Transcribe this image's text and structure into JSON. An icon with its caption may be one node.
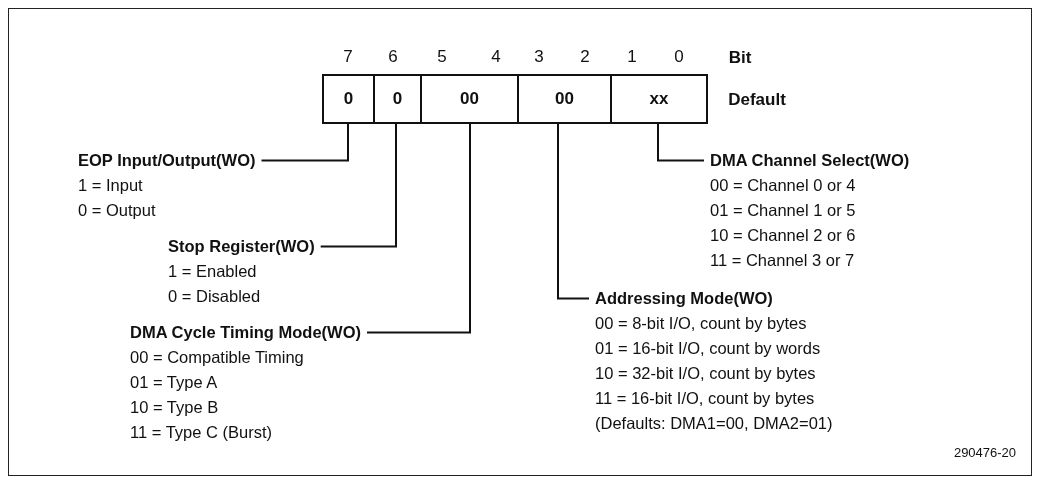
{
  "diagram": {
    "nodes": [
      {
        "text": [
          "0"
        ]
      },
      {
        "text": [
          "0"
        ]
      },
      {
        "text": [
          "00"
        ]
      },
      {
        "text": [
          "00"
        ]
      },
      {
        "text": [
          "xx"
        ]
      },
      {
        "text": [
          "EOP Input/Output(WO)",
          "1 = Input",
          "0 = Output"
        ]
      },
      {
        "text": [
          "Stop Register(WO)",
          "1 = Enabled",
          "0 = Disabled"
        ]
      },
      {
        "text": [
          "DMA Cycle Timing Mode(WO)",
          "00 = Compatible Timing",
          "01 = Type A",
          "10 = Type B",
          "11 = Type C (Burst)"
        ]
      },
      {
        "text": [
          "DMA Channel Select(WO)",
          "00 = Channel 0 or 4",
          "01 = Channel 1 or 5",
          "10 = Channel 2 or 6",
          "11 = Channel 3 or 7"
        ]
      },
      {
        "text": [
          "Addressing Mode(WO)",
          "00 = 8-bit I/O, count by bytes",
          "01 = 16-bit I/O, count by words",
          "10 = 32-bit I/O, count by bytes",
          "11 = 16-bit I/O, count by bytes",
          "(Defaults: DMA1=00, DMA2=01)"
        ]
      }
    ],
    "edges": [
      {
        "from": 5,
        "to": 0,
        "arrow": "none"
      },
      {
        "from": 6,
        "to": 1,
        "arrow": "none"
      },
      {
        "from": 7,
        "to": 2,
        "arrow": "none"
      },
      {
        "from": 8,
        "to": 4,
        "arrow": "none"
      },
      {
        "from": 9,
        "to": 3,
        "arrow": "none"
      }
    ],
    "labels": [
      "7",
      "6",
      "5",
      "4",
      "3",
      "2",
      "1",
      "0",
      "Bit",
      "Default",
      "290476-20"
    ]
  }
}
